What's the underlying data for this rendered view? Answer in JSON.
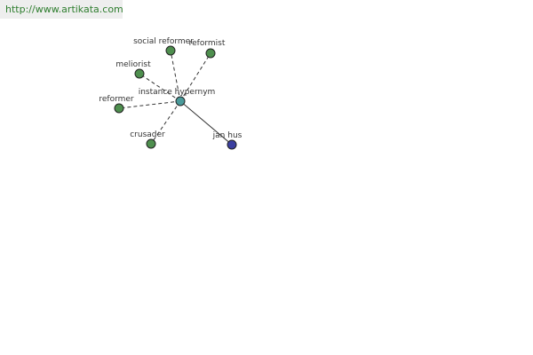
{
  "site_link": "http://www.artikata.com",
  "graph": {
    "center": {
      "label": "instance hypernym",
      "color": "#4a9a9a"
    },
    "nodes": [
      {
        "id": "social-reformer",
        "label": "social reformer",
        "color": "#4e8f4e",
        "edge": "dashed"
      },
      {
        "id": "reformist",
        "label": "reformist",
        "color": "#4e8f4e",
        "edge": "dashed"
      },
      {
        "id": "meliorist",
        "label": "meliorist",
        "color": "#4e8f4e",
        "edge": "dashed"
      },
      {
        "id": "reformer",
        "label": "reformer",
        "color": "#4e8f4e",
        "edge": "dashed"
      },
      {
        "id": "crusader",
        "label": "crusader",
        "color": "#4e8f4e",
        "edge": "dashed"
      },
      {
        "id": "jan-hus",
        "label": "jan hus",
        "color": "#3b3fa0",
        "edge": "solid"
      }
    ]
  }
}
